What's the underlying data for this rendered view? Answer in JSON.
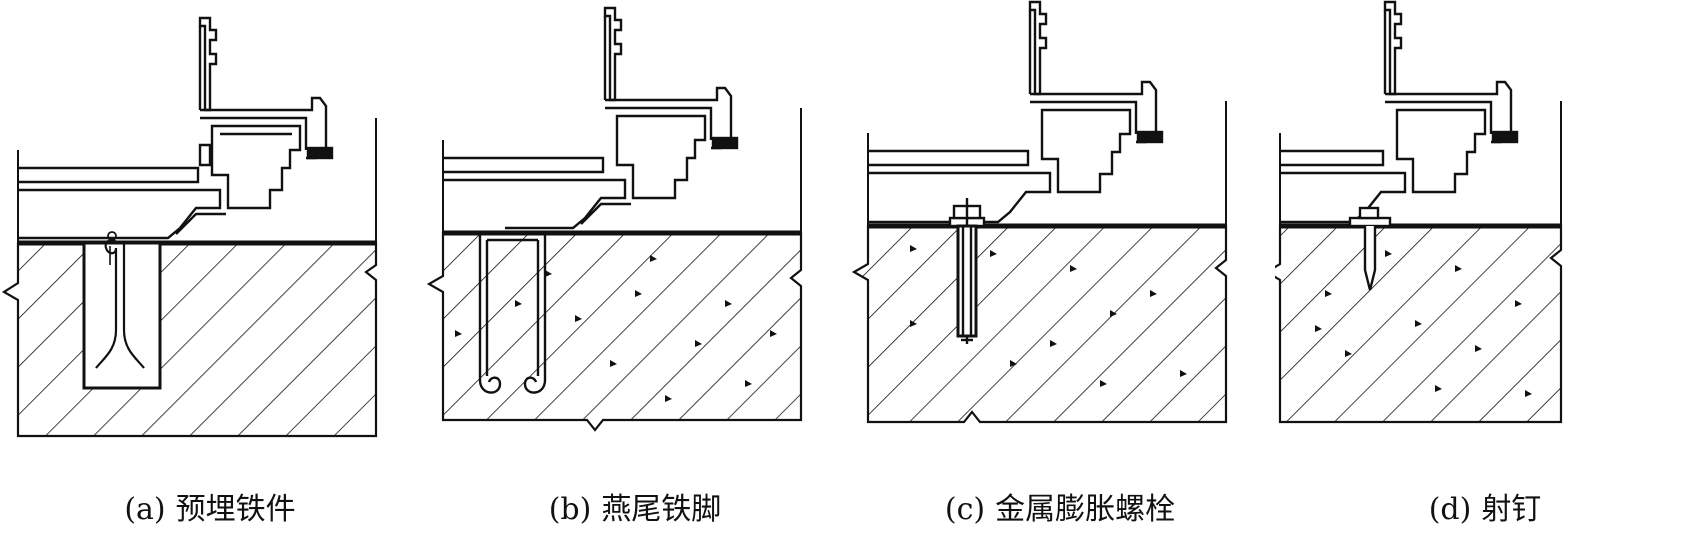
{
  "figure": {
    "panels": [
      {
        "id": "a",
        "label": "(a)",
        "caption": "预埋铁件"
      },
      {
        "id": "b",
        "label": "(b)",
        "caption": "燕尾铁脚"
      },
      {
        "id": "c",
        "label": "(c)",
        "caption": "金属膨胀螺栓"
      },
      {
        "id": "d",
        "label": "(d)",
        "caption": "射钉"
      }
    ]
  }
}
